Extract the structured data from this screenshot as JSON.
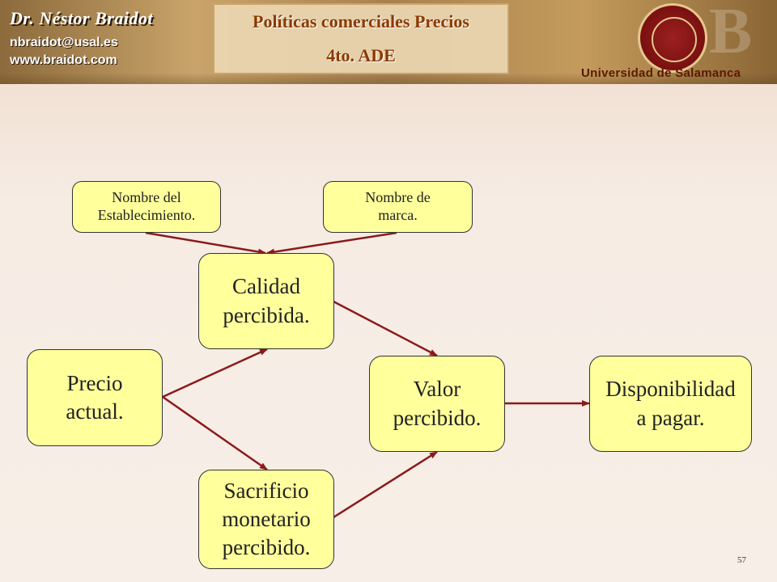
{
  "header": {
    "author": "Dr. Néstor Braidot",
    "email": "nbraidot@usal.es",
    "website": "www.braidot.com",
    "title_line1": "Políticas comerciales Precios",
    "title_line2": "4to. ADE",
    "university": "Universidad de Salamanca",
    "seal_icon": "university-seal-icon"
  },
  "diagram": {
    "nodes": {
      "store_name": "Nombre del\nEstablecimiento.",
      "brand_name": "Nombre de\nmarca.",
      "perceived_quality": "Calidad\npercibida.",
      "actual_price": "Precio\nactual.",
      "perceived_value": "Valor\npercibido.",
      "willingness_to_pay": "Disponibilidad\na pagar.",
      "perceived_monetary_sacrifice": "Sacrificio\nmonetario\npercibido."
    },
    "edges": [
      {
        "from": "store_name",
        "to": "perceived_quality"
      },
      {
        "from": "brand_name",
        "to": "perceived_quality"
      },
      {
        "from": "actual_price",
        "to": "perceived_quality"
      },
      {
        "from": "actual_price",
        "to": "perceived_monetary_sacrifice"
      },
      {
        "from": "perceived_quality",
        "to": "perceived_value"
      },
      {
        "from": "perceived_monetary_sacrifice",
        "to": "perceived_value"
      },
      {
        "from": "perceived_value",
        "to": "willingness_to_pay"
      }
    ],
    "node_color": "#ffff9c",
    "arrow_color": "#8b1a1a"
  },
  "slide_number": "57"
}
